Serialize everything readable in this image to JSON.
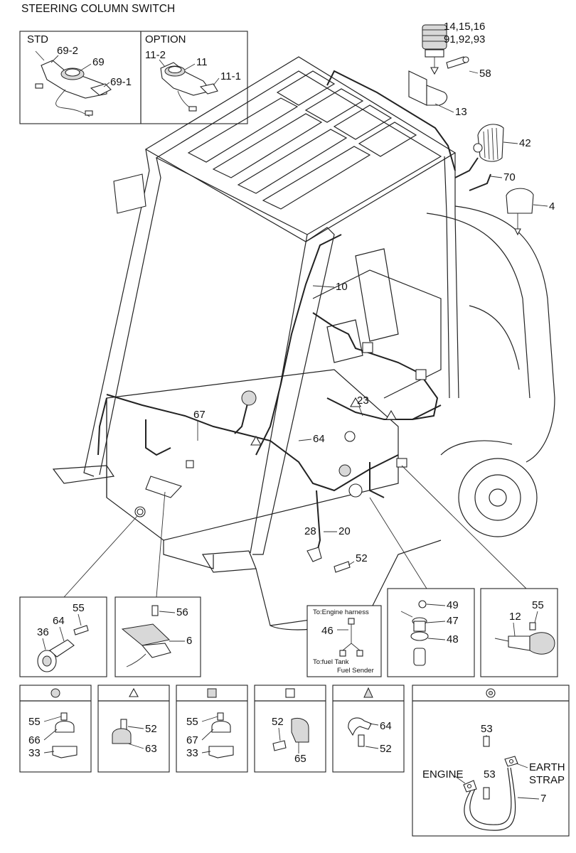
{
  "diagram": {
    "title": "STEERING COLUMN SWITCH",
    "steering_panel": {
      "std_label": "STD",
      "option_label": "OPTION",
      "std_parts": [
        "69-2",
        "69",
        "69-1"
      ],
      "option_parts": [
        "11-2",
        "11",
        "11-1"
      ]
    },
    "main_labels": {
      "beacon": "14,15,16",
      "beacon2": "91,92,93",
      "p58": "58",
      "p13": "13",
      "p42": "42",
      "p70": "70",
      "p4": "4",
      "p10": "10",
      "p23": "23",
      "p67": "67",
      "p64": "64",
      "p28": "28",
      "p20": "20",
      "p52": "52"
    },
    "detail_horn": [
      "55",
      "64",
      "36"
    ],
    "detail_pedal": [
      "56",
      "6"
    ],
    "detail_sender": {
      "note_top": "To:Engine harness",
      "part": "46",
      "note_left": "To:fuel Tank",
      "note_right": "Fuel Sender"
    },
    "detail_switch": [
      "49",
      "47",
      "48"
    ],
    "detail_clamp": [
      "12",
      "55"
    ],
    "legend_boxes": [
      {
        "symbol": "dot-circle",
        "labels": [
          "55",
          "66",
          "33"
        ]
      },
      {
        "symbol": "triangle",
        "labels": [
          "52",
          "63"
        ]
      },
      {
        "symbol": "dot-square",
        "labels": [
          "55",
          "67",
          "33"
        ]
      },
      {
        "symbol": "square",
        "labels": [
          "52",
          "65"
        ]
      },
      {
        "symbol": "triangle-dot",
        "labels": [
          "64",
          "52"
        ]
      }
    ],
    "earth_box": {
      "symbol": "c-circle",
      "labels": [
        "53",
        "53",
        "7"
      ],
      "engine_label": "ENGINE",
      "strap_label_1": "EARTH",
      "strap_label_2": "STRAP"
    }
  }
}
